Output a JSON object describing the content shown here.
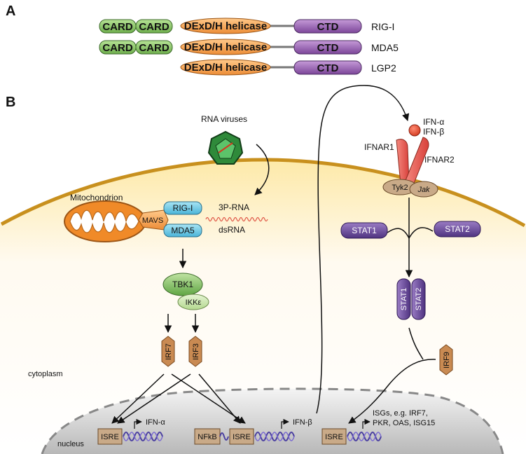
{
  "panel_a": {
    "label": "A",
    "domains": {
      "card": "CARD",
      "helicase": "DExD/H helicase",
      "ctd": "CTD"
    },
    "proteins": [
      "RIG-I",
      "MDA5",
      "LGP2"
    ]
  },
  "panel_b": {
    "label": "B",
    "rna_viruses": "RNA viruses",
    "mitochondrion": "Mitochondrion",
    "mavs": "MAVS",
    "rig_i": "RIG-I",
    "mda5": "MDA5",
    "rna_3p": "3P-RNA",
    "dsrna": "dsRNA",
    "tbk1": "TBK1",
    "ikke": "IKKε",
    "irf7": "IRF7",
    "irf3": "IRF3",
    "cytoplasm": "cytoplasm",
    "nucleus": "nucleus",
    "isre": "ISRE",
    "nfkb": "NFkB",
    "ifn_alpha_gene": "IFN-α",
    "ifn_beta_gene": "IFN-β",
    "isgs_line1": "ISGs, e.g. IRF7,",
    "isgs_line2": "PKR, OAS, ISG15",
    "ifn_alpha": "IFN-α",
    "ifn_beta": "IFN-β",
    "ifnar1": "IFNAR1",
    "ifnar2": "IFNAR2",
    "tyk2": "Tyk2",
    "jak": "Jak",
    "stat1": "STAT1",
    "stat2": "STAT2",
    "irf9": "IRF9"
  },
  "colors": {
    "card": "#8cc96a",
    "helicase": "#f6a85a",
    "ctd": "#9b62b5",
    "membrane": "#c8901e",
    "mito": "#f08a28",
    "receptor": "#e8524a",
    "stat": "#6a4a98",
    "irf": "#c98a52",
    "dna": "#4a3fa0",
    "box": "#c9aa88"
  }
}
